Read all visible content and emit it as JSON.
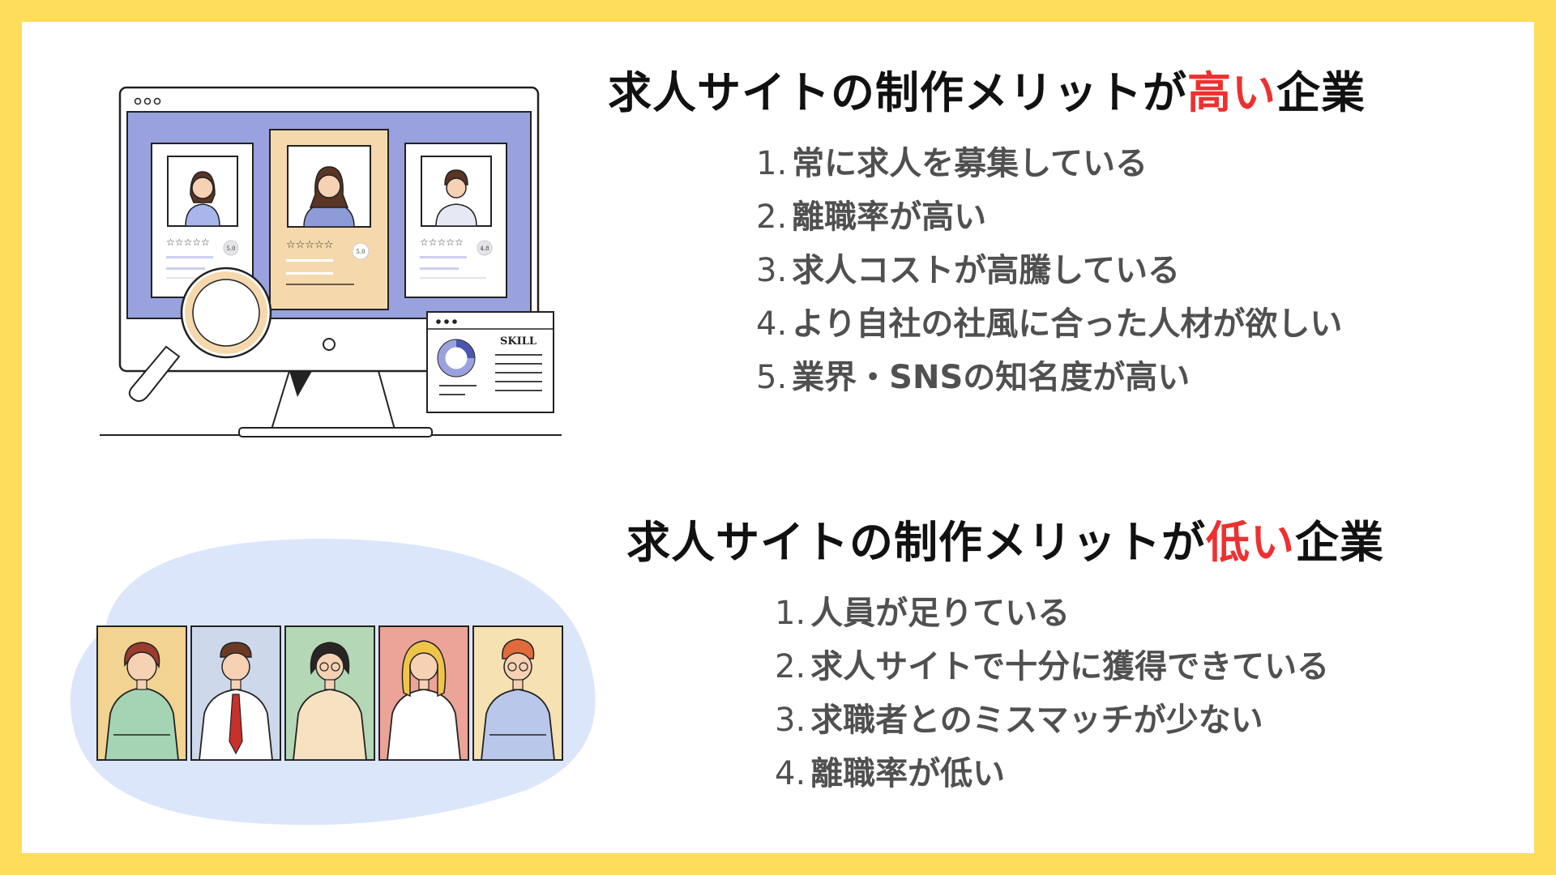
{
  "high": {
    "title_prefix": "求人サイトの制作メリットが",
    "title_accent": "高い",
    "title_suffix": "企業",
    "items": [
      {
        "num": "1.",
        "text": "常に求人を募集している"
      },
      {
        "num": "2.",
        "text": "離職率が高い"
      },
      {
        "num": "3.",
        "text": "求人コストが高騰している"
      },
      {
        "num": "4.",
        "text": "より自社の社風に合った人材が欲しい"
      },
      {
        "num": "5.",
        "text": "業界・SNSの知名度が高い"
      }
    ]
  },
  "low": {
    "title_prefix": "求人サイトの制作メリットが",
    "title_accent": "低い",
    "title_suffix": "企業",
    "items": [
      {
        "num": "1.",
        "text": "人員が足りている"
      },
      {
        "num": "2.",
        "text": "求人サイトで十分に獲得できている"
      },
      {
        "num": "3.",
        "text": "求職者とのミスマッチが少ない"
      },
      {
        "num": "4.",
        "text": "離職率が低い"
      }
    ]
  },
  "illustration": {
    "ratings": [
      "5.0",
      "5.0",
      "4.8"
    ],
    "skill_label": "SKILL"
  },
  "colors": {
    "background": "#ffdd5c",
    "accent": "#ee3030",
    "screen": "#99a2de",
    "highlight_card": "#f5d9ad",
    "blob": "#dce6fb"
  }
}
